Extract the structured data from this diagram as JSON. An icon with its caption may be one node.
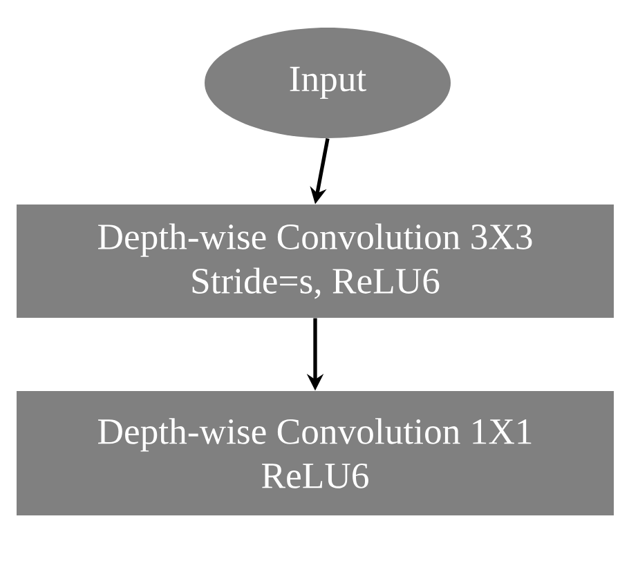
{
  "diagram": {
    "nodes": [
      {
        "text": [
          "Input"
        ]
      },
      {
        "text": [
          "Depth-wise Convolution 3X3",
          "Stride=s, ReLU6"
        ]
      },
      {
        "text": [
          "Depth-wise Convolution 1X1",
          "ReLU6"
        ]
      }
    ],
    "edges": [
      {
        "from": 0,
        "to": 1,
        "arrow": "to"
      },
      {
        "from": 1,
        "to": 2,
        "arrow": "to"
      }
    ]
  }
}
